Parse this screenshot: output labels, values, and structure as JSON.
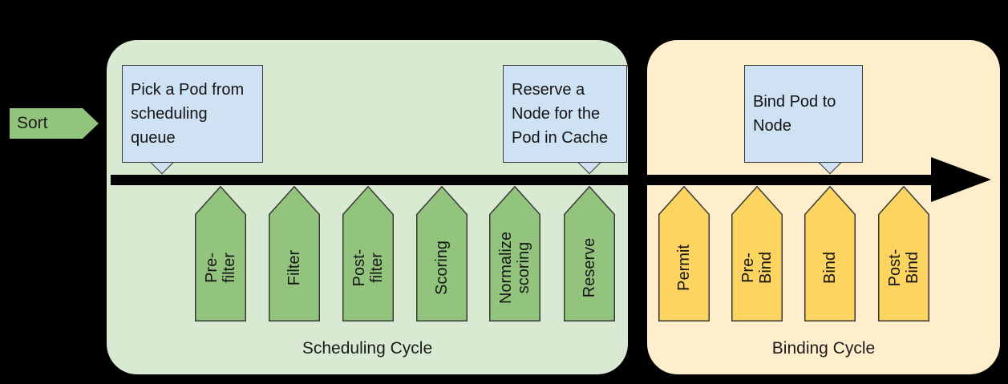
{
  "canvas": {
    "background": "#000000"
  },
  "sort_stage": {
    "label": "Sort",
    "fill": "#93c47d"
  },
  "timeline": {
    "arrow_color": "#000000"
  },
  "scheduling_cycle": {
    "title": "Scheduling Cycle",
    "panel_fill": "#d9ead3",
    "stage_fill": "#93c47d",
    "stages": [
      "Pre-filter",
      "Filter",
      "Post-filter",
      "Scoring",
      "Normalize\nscoring",
      "Reserve"
    ]
  },
  "binding_cycle": {
    "title": "Binding Cycle",
    "panel_fill": "#ffeecb",
    "stage_fill": "#fcd45f",
    "stages": [
      "Permit",
      "Pre-Bind",
      "Bind",
      "Post-Bind"
    ]
  },
  "callouts": {
    "fill": "#cfe2f3",
    "pick_pod": "Pick a Pod from\nscheduling\nqueue",
    "reserve_node": "Reserve a\nNode for the\nPod in Cache",
    "bind_pod": "Bind Pod to\nNode"
  }
}
